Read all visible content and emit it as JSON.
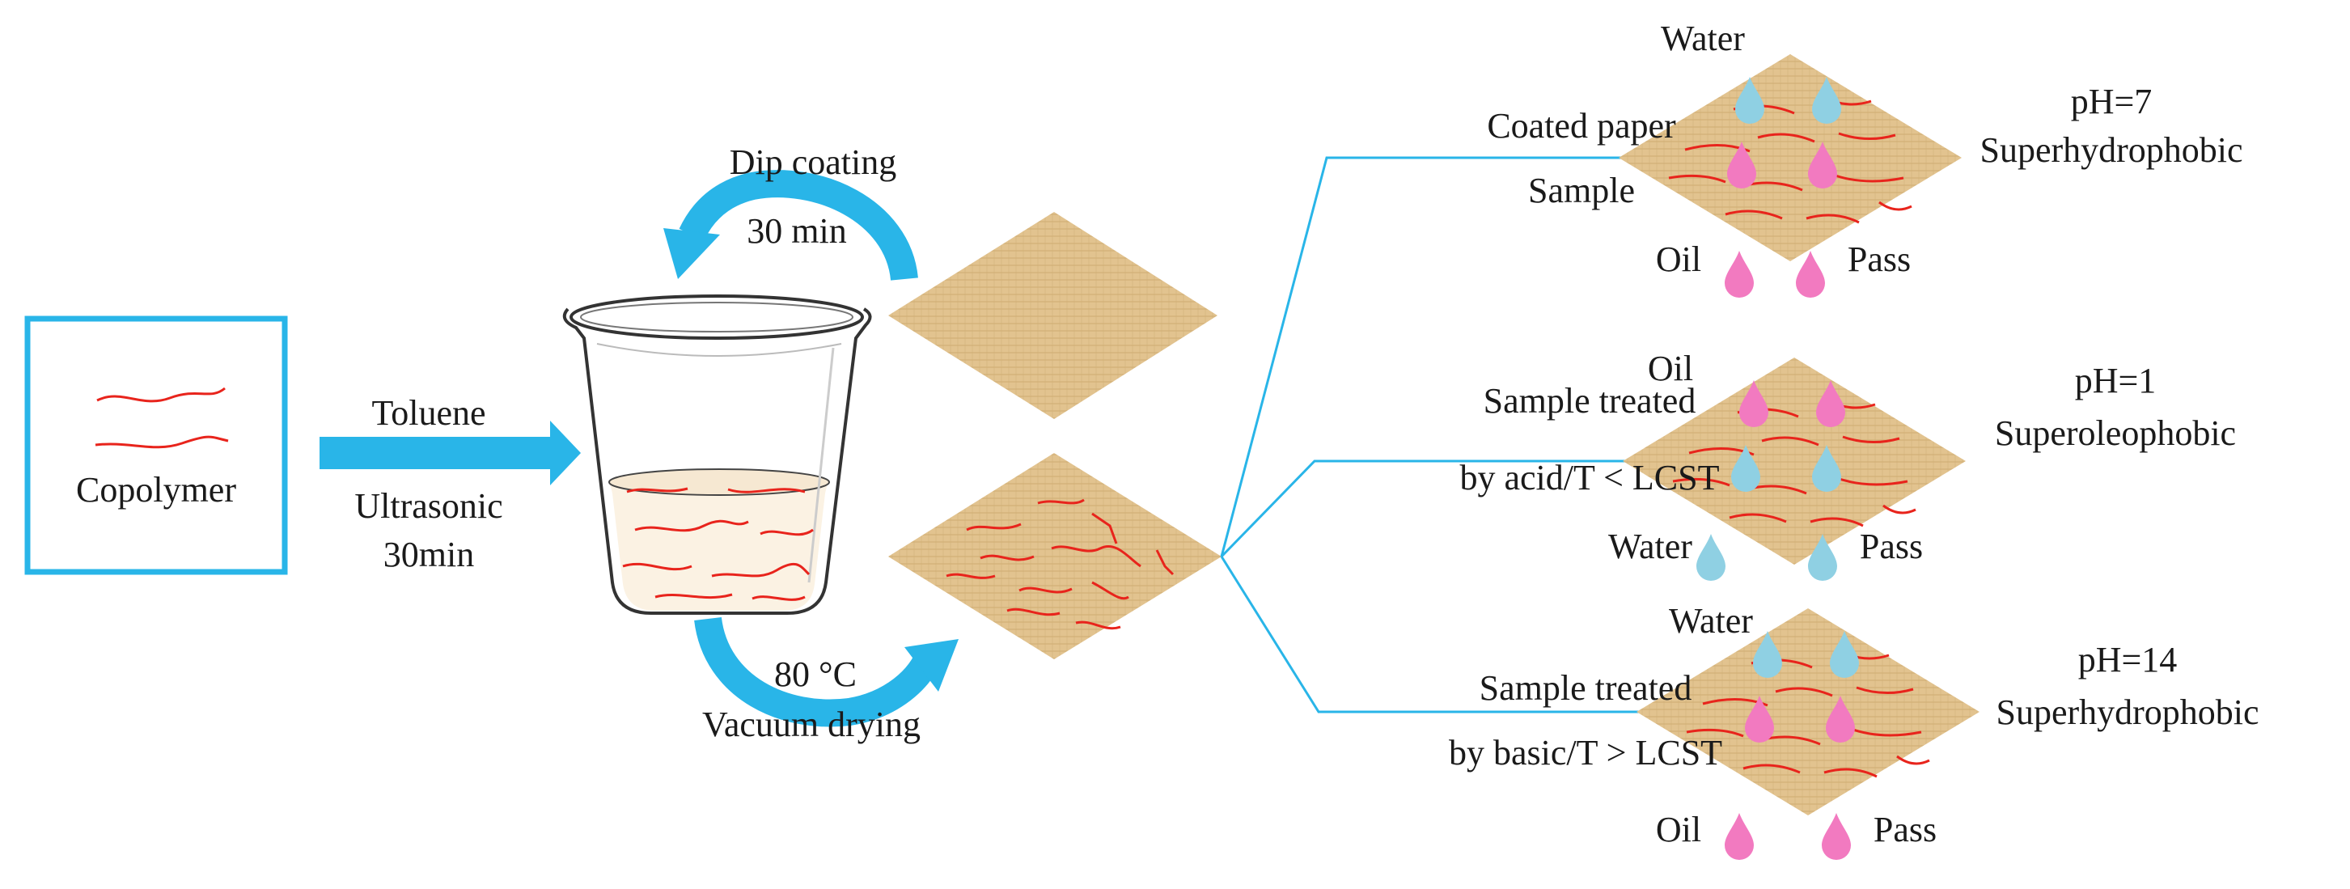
{
  "colors": {
    "accent": "#29b5e8",
    "paper": "#e2c38f",
    "fiber": "#e8241c",
    "water_drop": "#8fd0e3",
    "oil_drop": "#f27ac0"
  },
  "copolymer": {
    "label": "Copolymer"
  },
  "solvent_step": {
    "top": "Toluene",
    "bottom_line1": "Ultrasonic",
    "bottom_line2": "30min"
  },
  "dip_step": {
    "line1": "Dip coating",
    "line2": "30 min"
  },
  "dry_step": {
    "line1": "80 °C",
    "line2": "Vacuum drying"
  },
  "branches": [
    {
      "label_line1": "Coated paper",
      "label_line2": "Sample",
      "top_liquid": "Water",
      "bottom_left": "Oil",
      "bottom_right": "Pass",
      "ph": "pH=7",
      "property": "Superhydrophobic"
    },
    {
      "label_line1": "Sample treated",
      "label_line2": "by acid/T < LCST",
      "top_liquid": "Oil",
      "bottom_left": "Water",
      "bottom_right": "Pass",
      "ph": "pH=1",
      "property": "Superoleophobic"
    },
    {
      "label_line1": "Sample treated",
      "label_line2": "by basic/T > LCST",
      "top_liquid": "Water",
      "bottom_left": "Oil",
      "bottom_right": "Pass",
      "ph": "pH=14",
      "property": "Superhydrophobic"
    }
  ]
}
